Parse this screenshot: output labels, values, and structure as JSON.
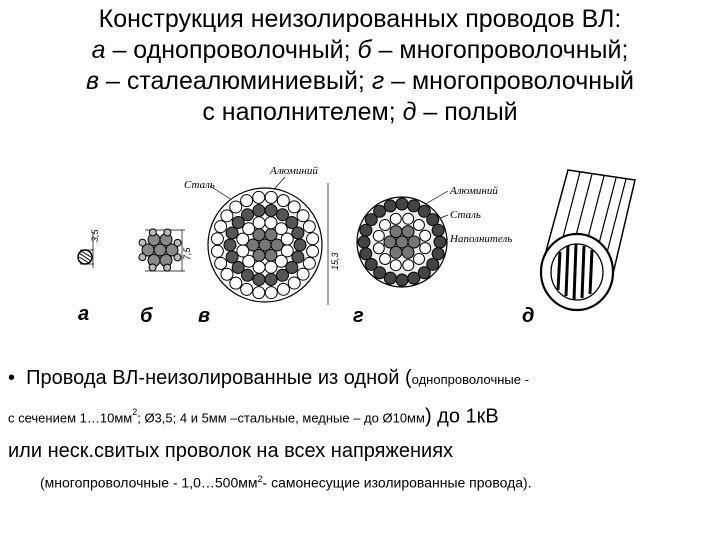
{
  "title": {
    "line1": "Конструкция неизолированных проводов ВЛ:",
    "line2_a": "а",
    "line2_a_text": " – однопроволочный; ",
    "line2_b": "б",
    "line2_b_text": " – многопроволочный;",
    "line3_v": "в",
    "line3_v_text": " – сталеалюминиевый; ",
    "line3_g": "г",
    "line3_g_text": " – многопроволочный",
    "line4_text": "с наполнителем; ",
    "line4_d": "д",
    "line4_d_text": " – полый"
  },
  "figure": {
    "letters": [
      "а",
      "б",
      "в",
      "г",
      "д"
    ],
    "labels_v": {
      "steel": "Сталь",
      "aluminum": "Алюминий"
    },
    "labels_g": {
      "aluminum": "Алюминий",
      "steel": "Сталь",
      "filler": "Наполнитель"
    },
    "dims": {
      "a": "3,5",
      "b": "7,5",
      "v": "15,3"
    }
  },
  "bullet": {
    "marker": "•",
    "part1": "Провода ВЛ-неизолированные из одной (",
    "part1_small": "однопроволочные -",
    "part2_small": "с сечением  1…10мм",
    "part2_sup": "2",
    "part2_small_b": ";  Ø3,5; 4 и 5мм –стальные, медные – до Ø10мм",
    "part2_big": ") до 1кВ",
    "part3": "или неск.свитых проволок на всех напряжениях",
    "part4_a": "(многопроволочные - 1,0…500мм",
    "part4_sup": "2",
    "part4_b": "- самонесущие изолированные провода)."
  }
}
